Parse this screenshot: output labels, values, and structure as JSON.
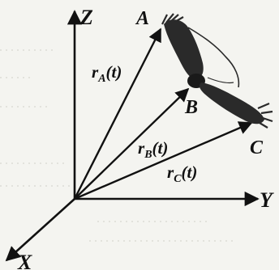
{
  "axes": {
    "z_label": "Z",
    "y_label": "Y",
    "x_label": "X"
  },
  "points": {
    "a_label": "A",
    "b_label": "B",
    "c_label": "C"
  },
  "vectors": {
    "ra": {
      "base": "r",
      "sub": "A",
      "arg": "(t)"
    },
    "rb": {
      "base": "r",
      "sub": "B",
      "arg": "(t)"
    },
    "rc": {
      "base": "r",
      "sub": "C",
      "arg": "(t)"
    }
  },
  "icons": {
    "bird": "hawk-silhouette-icon"
  },
  "colors": {
    "ink": "#111111",
    "paper": "#f4f4f0",
    "bird": "#2a2a2a"
  }
}
